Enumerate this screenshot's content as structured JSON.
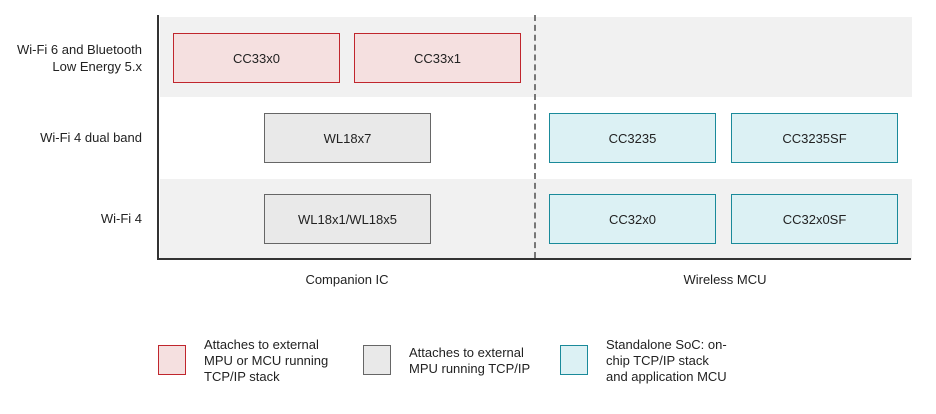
{
  "rows": [
    {
      "label": "Wi-Fi 6 and Bluetooth\nLow Energy 5.x"
    },
    {
      "label": "Wi-Fi 4 dual band"
    },
    {
      "label": "Wi-Fi 4"
    }
  ],
  "columns": {
    "companion": "Companion IC",
    "wireless": "Wireless MCU"
  },
  "chips": {
    "cc33x0": "CC33x0",
    "cc33x1": "CC33x1",
    "wl18x7": "WL18x7",
    "cc3235": "CC3235",
    "cc3235sf": "CC3235SF",
    "wl18x1": "WL18x1/WL18x5",
    "cc32x0": "CC32x0",
    "cc32x0sf": "CC32x0SF"
  },
  "legend": [
    {
      "text": "Attaches to external\nMPU or MCU running\nTCP/IP stack",
      "color": "#f5e0e0",
      "border": "#c0262d"
    },
    {
      "text": "Attaches to external\nMPU running TCP/IP",
      "color": "#e9e9e9",
      "border": "#666666"
    },
    {
      "text": "Standalone SoC: on-\nchip TCP/IP stack\nand application MCU",
      "color": "#dcf1f4",
      "border": "#1a8a9a"
    }
  ]
}
